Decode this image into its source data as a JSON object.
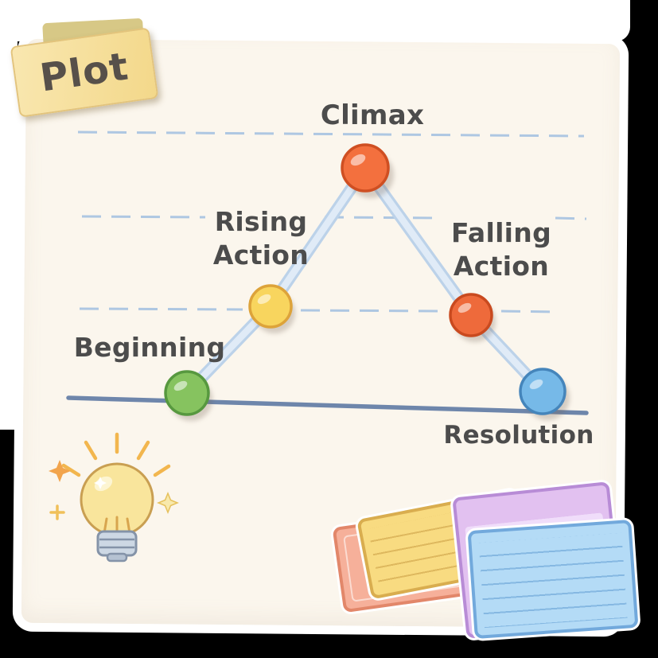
{
  "sticky_note": {
    "label": "Plot"
  },
  "diagram": {
    "labels": {
      "climax": "Climax",
      "rising": "Rising\nAction",
      "falling": "Falling\nAction",
      "beginning": "Beginning",
      "resolution": "Resolution"
    },
    "stages": [
      {
        "name": "Beginning",
        "color": "#86c35f"
      },
      {
        "name": "Rising Action",
        "color": "#f8d55e"
      },
      {
        "name": "Climax",
        "color": "#f3703e"
      },
      {
        "name": "Falling Action",
        "color": "#ee6a3b"
      },
      {
        "name": "Resolution",
        "color": "#76b9e8"
      }
    ],
    "connector_outer": "#bcd2e9",
    "connector_inner": "#e0ebf7",
    "baseline_color": "#6e86ab",
    "dash_color": "#aec7e2"
  },
  "decorations": {
    "lightbulb_icon": "lightbulb",
    "sparkle_icons": [
      "orange-star-sparkle",
      "plus-sparkle",
      "yellow-star-sparkle",
      "white-star-sparkle"
    ],
    "note_cards": [
      {
        "name": "salmon-card",
        "color": "#f6b09a"
      },
      {
        "name": "yellow-card",
        "color": "#f8db81"
      },
      {
        "name": "purple-card",
        "color": "#e2c1f0"
      },
      {
        "name": "blue-card",
        "color": "#b4dbf6"
      }
    ]
  }
}
